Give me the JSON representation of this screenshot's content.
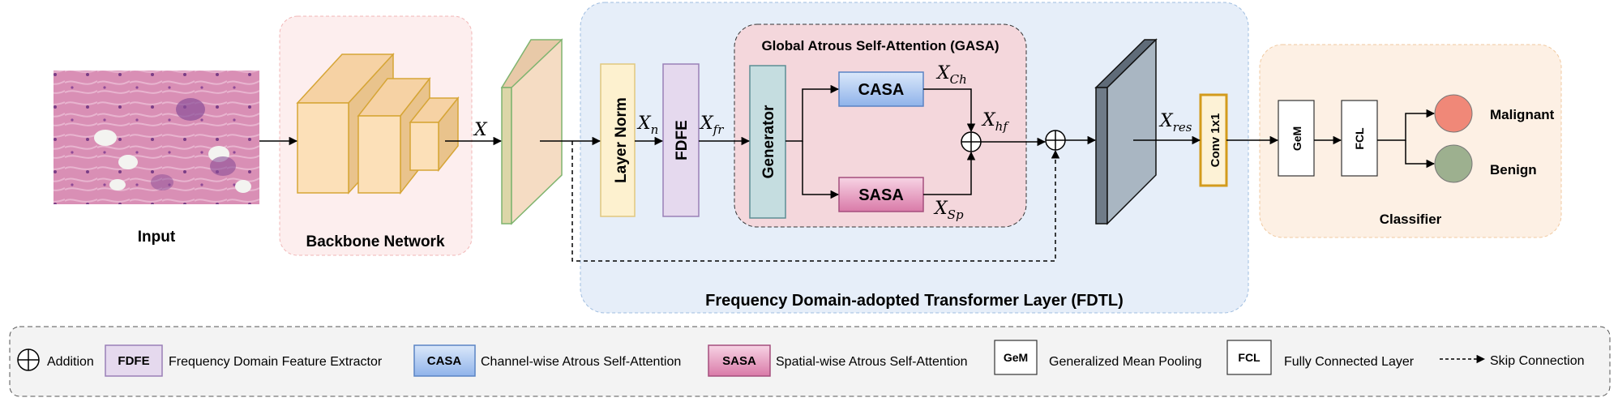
{
  "labels": {
    "input": "Input",
    "backbone": "Backbone Network",
    "x": "X",
    "fdtl": "Frequency Domain-adopted Transformer Layer (FDTL)",
    "gasa": "Global Atrous Self-Attention (GASA)",
    "layer_norm": "Layer Norm",
    "fdfe": "FDFE",
    "generator": "Generator",
    "casa": "CASA",
    "sasa": "SASA",
    "conv": "Conv 1x1",
    "gem": "GeM",
    "fcl": "FCL",
    "malignant": "Malignant",
    "benign": "Benign",
    "classifier": "Classifier"
  },
  "math": {
    "x_n": {
      "base": "X",
      "sub": "n"
    },
    "x_fr": {
      "base": "X",
      "sub": "fr"
    },
    "x_ch": {
      "base": "X",
      "sub": "Ch"
    },
    "x_sp": {
      "base": "X",
      "sub": "Sp"
    },
    "x_hf": {
      "base": "X",
      "sub": "hf"
    },
    "x_res": {
      "base": "X",
      "sub": "res"
    }
  },
  "legend": {
    "addition": "Addition",
    "fdfe_tag": "FDFE",
    "fdfe_desc": "Frequency Domain Feature Extractor",
    "casa_tag": "CASA",
    "casa_desc": "Channel-wise Atrous Self-Attention",
    "sasa_tag": "SASA",
    "sasa_desc": "Spatial-wise Atrous Self-Attention",
    "gem_tag": "GeM",
    "gem_desc": "Generalized Mean Pooling",
    "fcl_tag": "FCL",
    "fcl_desc": "Fully Connected Layer",
    "skip": "Skip Connection"
  },
  "colors": {
    "backbone_bg": "#fdeeee",
    "fdtl_bg": "#e6eef9",
    "gasa_bg": "#f4d7dc",
    "classifier_bg": "#fdf0e4",
    "legend_bg": "#f3f3f3",
    "cube_fill": "#fce0b8",
    "cube_stroke": "#d6a536",
    "layer_norm_fill": "#fdf1cf",
    "fdfe_fill": "#e5d9ee",
    "generator_fill": "#c5dde0",
    "casa_fill": "#a7c4ee",
    "sasa_fill": "#e9a1c3",
    "conv_stroke": "#d39b1c",
    "malignant": "#f08878",
    "benign": "#9db08f",
    "dark_block": "#a9b6c2"
  }
}
